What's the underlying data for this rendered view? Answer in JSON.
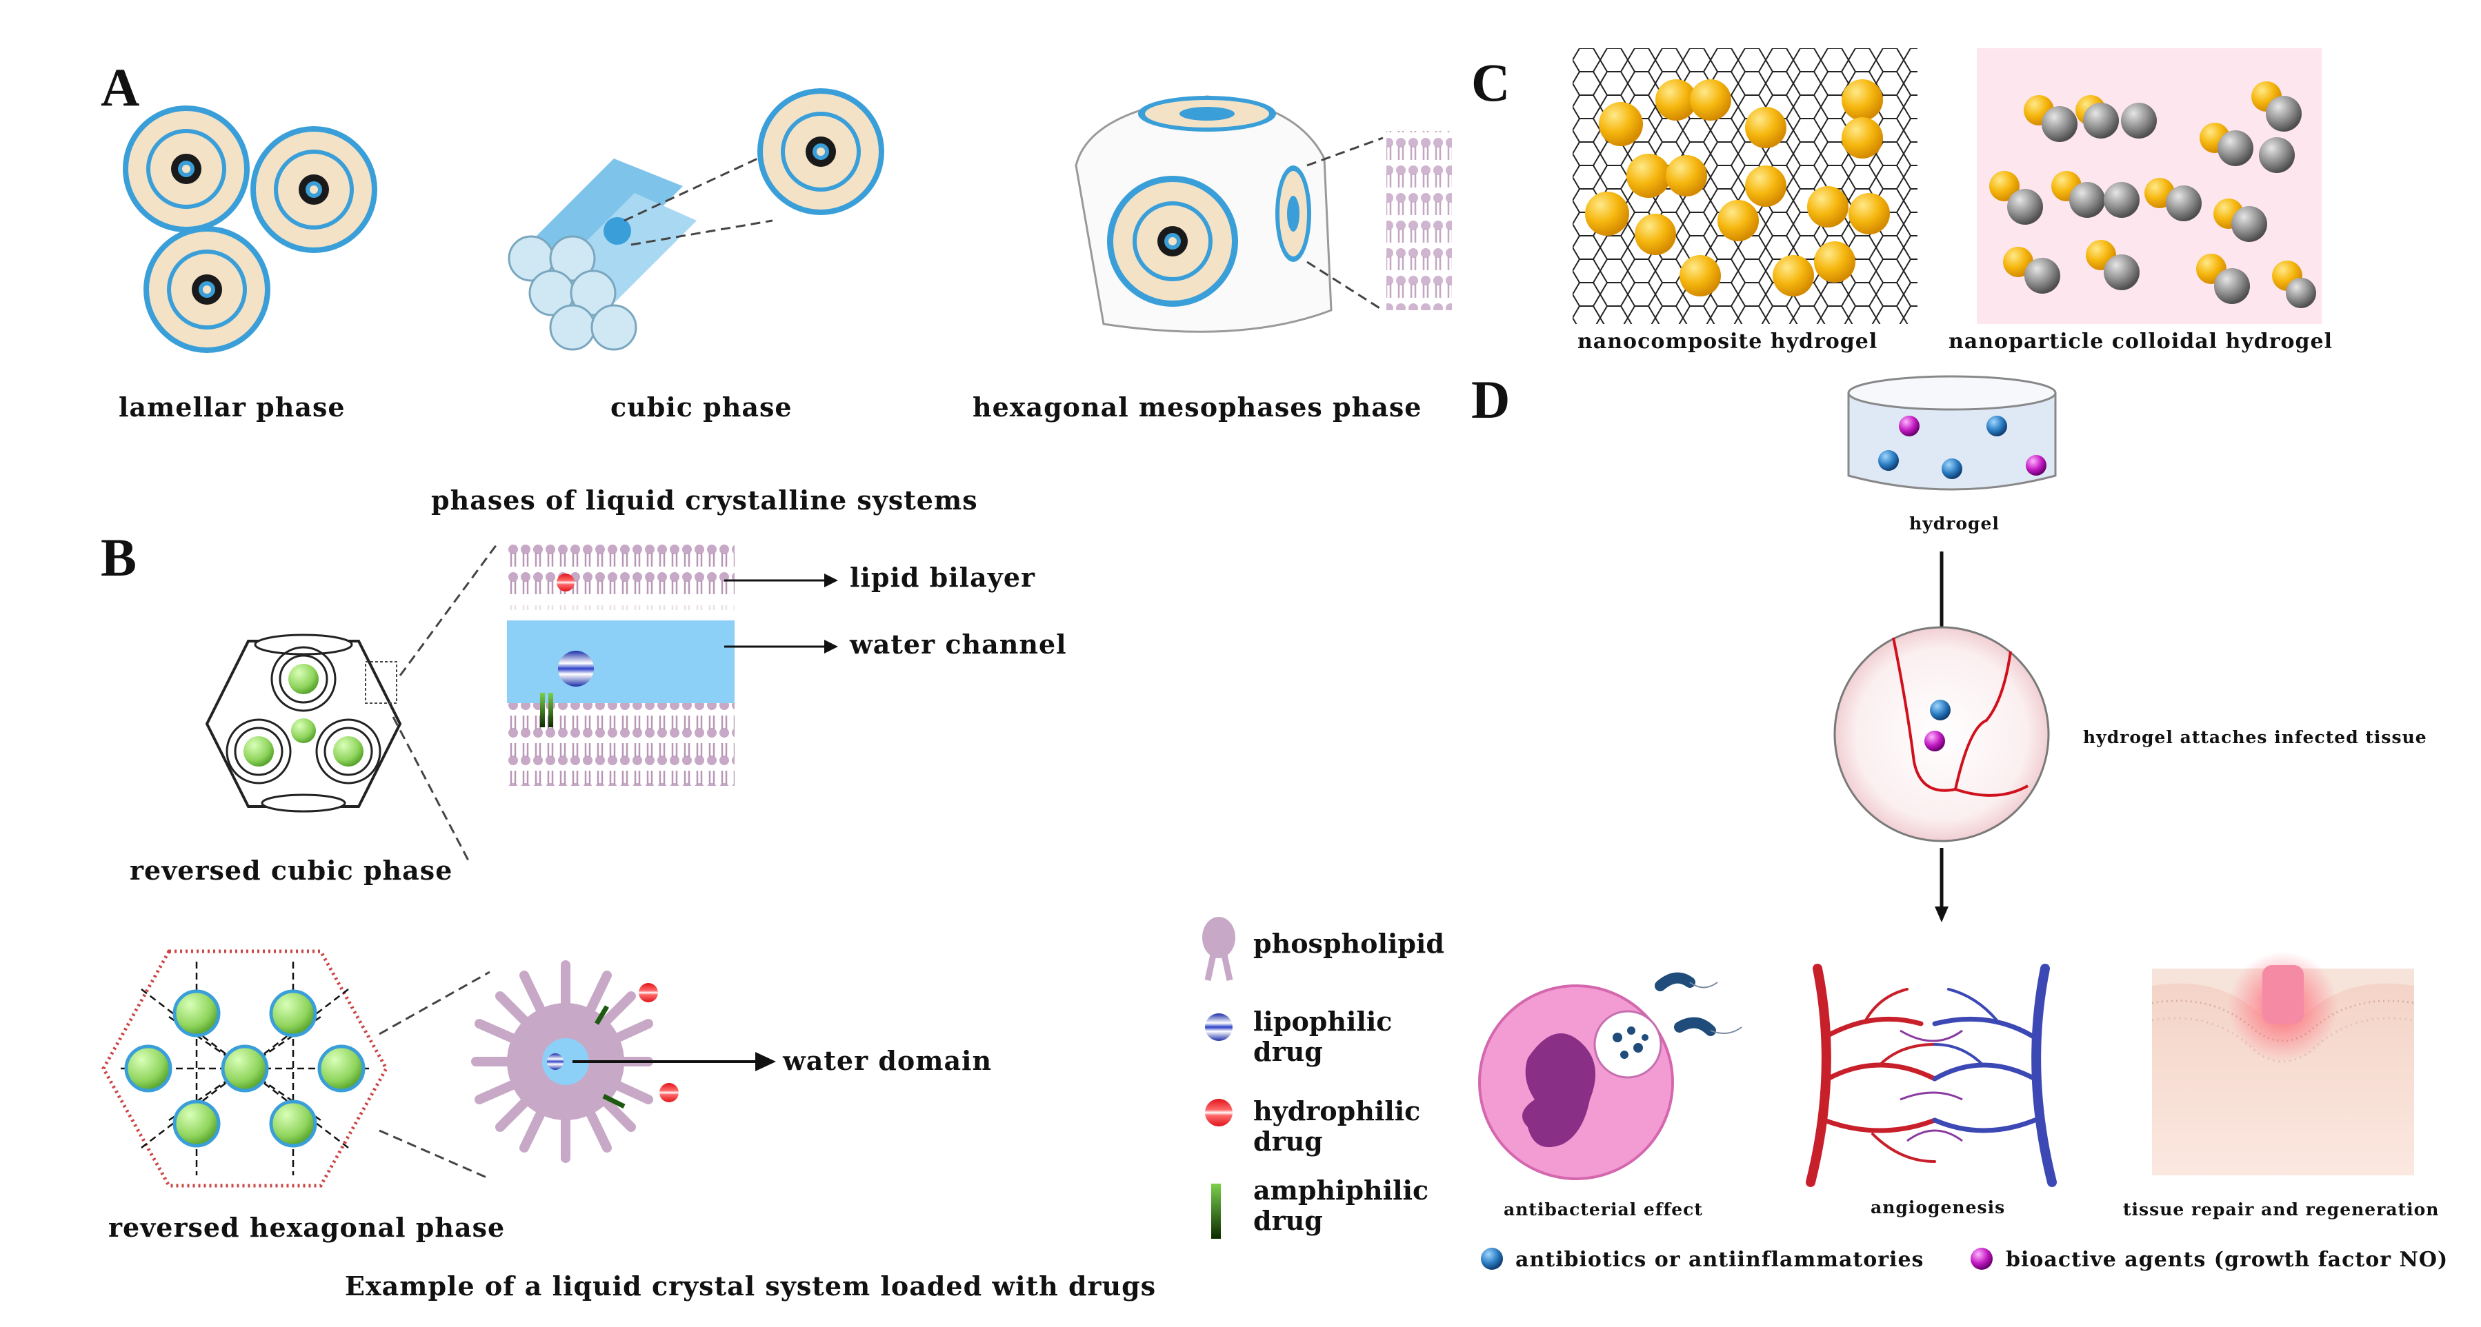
{
  "colors": {
    "membrane_blue": "#3a9fd8",
    "membrane_core": "#f4e2c7",
    "hydrogel_gold": "#f6b70f",
    "nanoparticle_gray": "#8c8c8c",
    "phospholipid": "#c7a8c6",
    "water": "#8ccff7",
    "vessel_red": "#c8202b",
    "vessel_blue": "#3c48b4",
    "cell_pink": "#f38fd2",
    "agent_blue": "#2b7cc2",
    "agent_magenta": "#c21ac2"
  },
  "panels": {
    "A": {
      "letter": "A",
      "labels": [
        "lamellar phase",
        "cubic phase",
        "hexagonal mesophases phase"
      ],
      "title": "phases of liquid crystalline systems"
    },
    "B": {
      "letter": "B",
      "reversed_cubic": "reversed cubic phase",
      "lipid_bilayer": "lipid bilayer",
      "water_channel": "water channel",
      "reversed_hexagonal": "reversed hexagonal phase",
      "water_domain": "water domain",
      "title": "Example of a liquid crystal system loaded with drugs",
      "legend": [
        {
          "icon": "phospholipid-icon",
          "lines": [
            "phospholipid"
          ]
        },
        {
          "icon": "lipophilic-drug-icon",
          "lines": [
            "lipophilic",
            "drug"
          ]
        },
        {
          "icon": "hydrophilic-drug-icon",
          "lines": [
            "hydrophilic",
            "drug"
          ]
        },
        {
          "icon": "amphiphilic-drug-icon",
          "lines": [
            "amphiphilic",
            "drug"
          ]
        }
      ]
    },
    "C": {
      "letter": "C",
      "labels": [
        "nanocomposite hydrogel",
        "nanoparticle colloidal hydrogel"
      ]
    },
    "D": {
      "letter": "D",
      "hydrogel": "hydrogel",
      "attach": "hydrogel attaches infected tissue",
      "outcomes": [
        "antibacterial effect",
        "angiogenesis",
        "tissue repair and regeneration"
      ],
      "legend": [
        "antibiotics or antiinflammatories",
        "bioactive agents (growth factor NO)"
      ]
    }
  }
}
